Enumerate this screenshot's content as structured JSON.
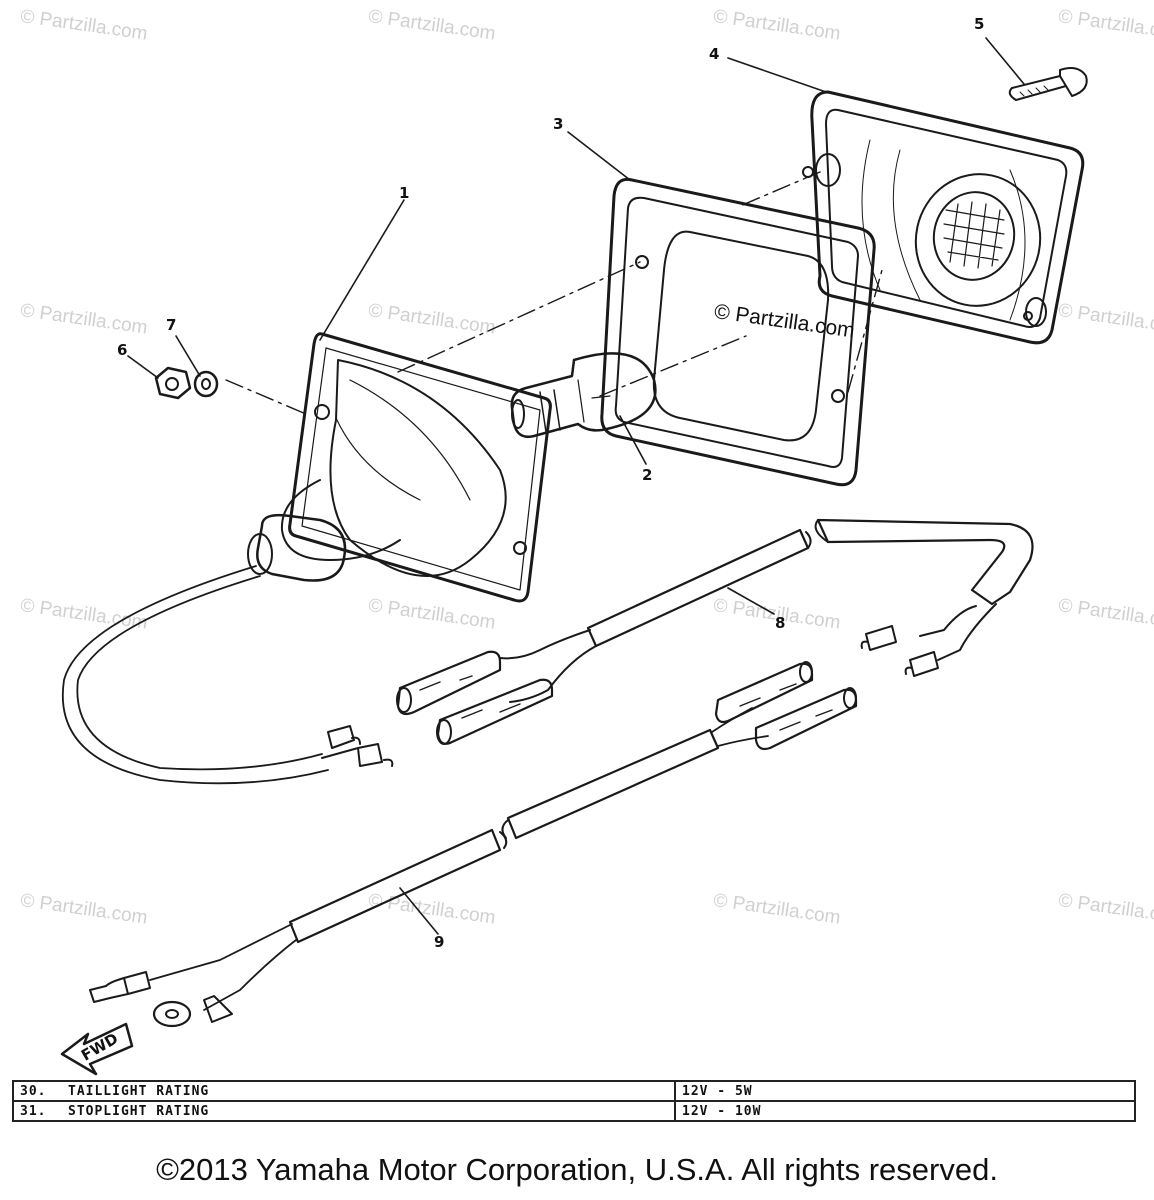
{
  "watermark": {
    "text": "© Partzilla.com",
    "center_text": "© Partzilla.com"
  },
  "callouts": [
    "1",
    "2",
    "3",
    "4",
    "5",
    "6",
    "7",
    "8",
    "9"
  ],
  "parts": [
    {
      "ref": "1",
      "icon": "taillight-housing-icon"
    },
    {
      "ref": "2",
      "icon": "bulb-icon"
    },
    {
      "ref": "3",
      "icon": "lens-gasket-icon"
    },
    {
      "ref": "4",
      "icon": "taillight-lens-icon"
    },
    {
      "ref": "5",
      "icon": "screw-icon"
    },
    {
      "ref": "6",
      "icon": "nut-icon"
    },
    {
      "ref": "7",
      "icon": "washer-icon"
    },
    {
      "ref": "8",
      "icon": "wire-harness-icon"
    },
    {
      "ref": "9",
      "icon": "wire-harness-icon"
    }
  ],
  "direction_label": "FWD",
  "ratings": [
    {
      "num": "30.",
      "label": "TAILLIGHT RATING",
      "value": "12V - 5W"
    },
    {
      "num": "31.",
      "label": "STOPLIGHT RATING",
      "value": "12V - 10W"
    }
  ],
  "copyright": "©2013  Yamaha Motor Corporation, U.S.A. All rights reserved.",
  "colors": {
    "line": "#1a1a1a",
    "watermark": "#d0d0d0",
    "background": "#ffffff"
  }
}
